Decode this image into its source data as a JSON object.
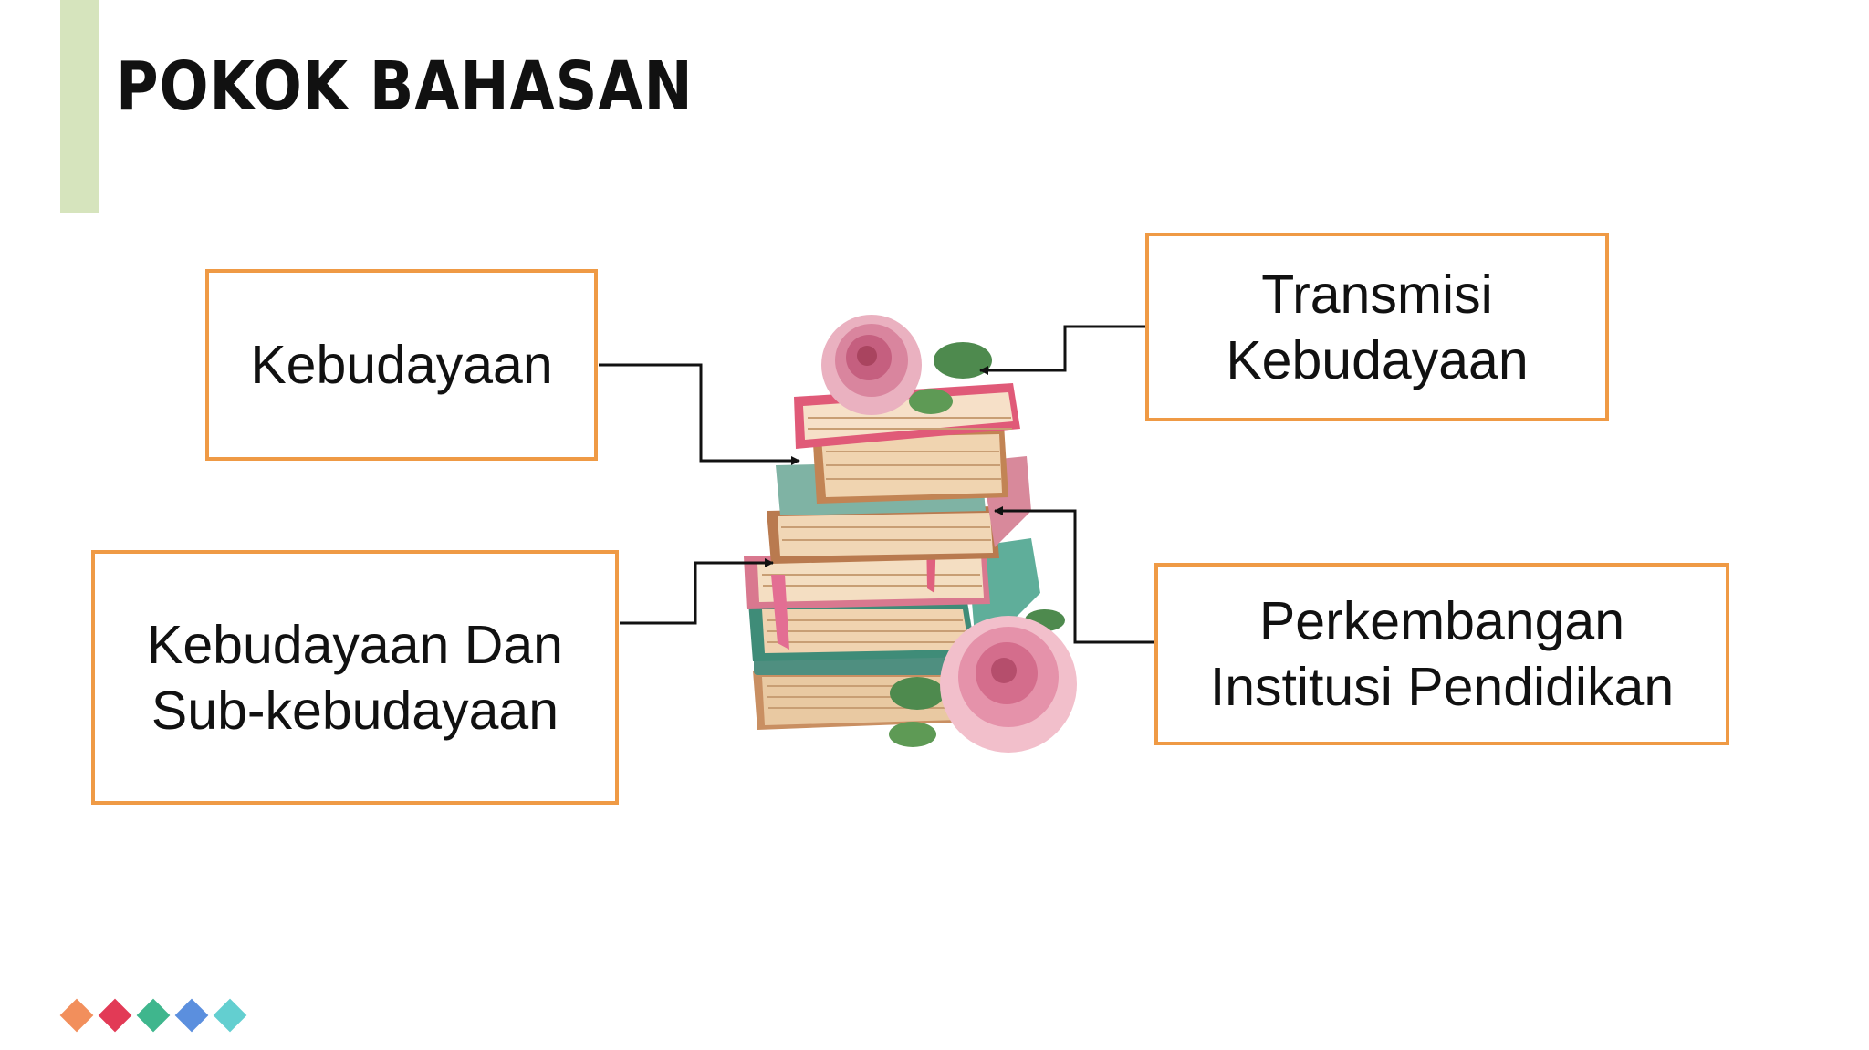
{
  "slide": {
    "title": "POKOK BAHASAN"
  },
  "boxes": {
    "kebudayaan": "Kebudayaan",
    "transmisi": "Transmisi\nKebudayaan",
    "sub_kebudayaan": "Kebudayaan Dan\nSub-kebudayaan",
    "perkembangan": "Perkembangan\nInstitusi Pendidikan"
  },
  "illustration": {
    "name": "stack-of-books-with-roses"
  },
  "colors": {
    "accent_bar": "#d6e4bd",
    "box_border": "#ef9a45",
    "connector": "#111111",
    "diamonds": [
      "#f28f5c",
      "#e23a56",
      "#3fb68d",
      "#5b8fde",
      "#63cfd0"
    ]
  }
}
